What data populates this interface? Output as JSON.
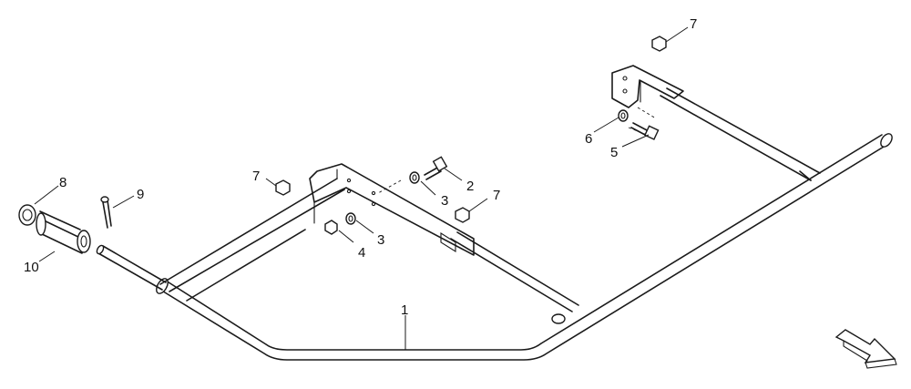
{
  "callouts": [
    {
      "id": "c1",
      "label": "1"
    },
    {
      "id": "c2",
      "label": "2"
    },
    {
      "id": "c3a",
      "label": "3"
    },
    {
      "id": "c3b",
      "label": "3"
    },
    {
      "id": "c4",
      "label": "4"
    },
    {
      "id": "c5",
      "label": "5"
    },
    {
      "id": "c6",
      "label": "6"
    },
    {
      "id": "c7a",
      "label": "7"
    },
    {
      "id": "c7b",
      "label": "7"
    },
    {
      "id": "c7c",
      "label": "7"
    },
    {
      "id": "c8",
      "label": "8"
    },
    {
      "id": "c9",
      "label": "9"
    },
    {
      "id": "c10",
      "label": "10"
    }
  ],
  "icons": {
    "direction_arrow": "direction-arrow-icon"
  }
}
